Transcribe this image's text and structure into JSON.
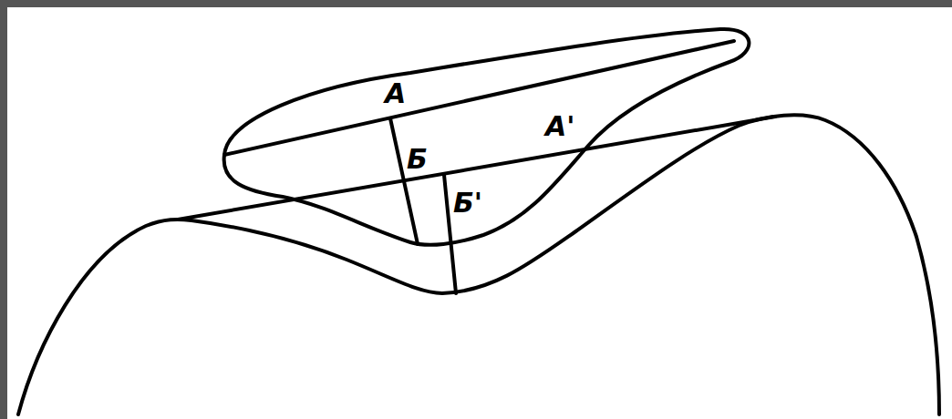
{
  "diagram": {
    "labels": [
      "А",
      "А'",
      "Б",
      "Б'"
    ]
  }
}
